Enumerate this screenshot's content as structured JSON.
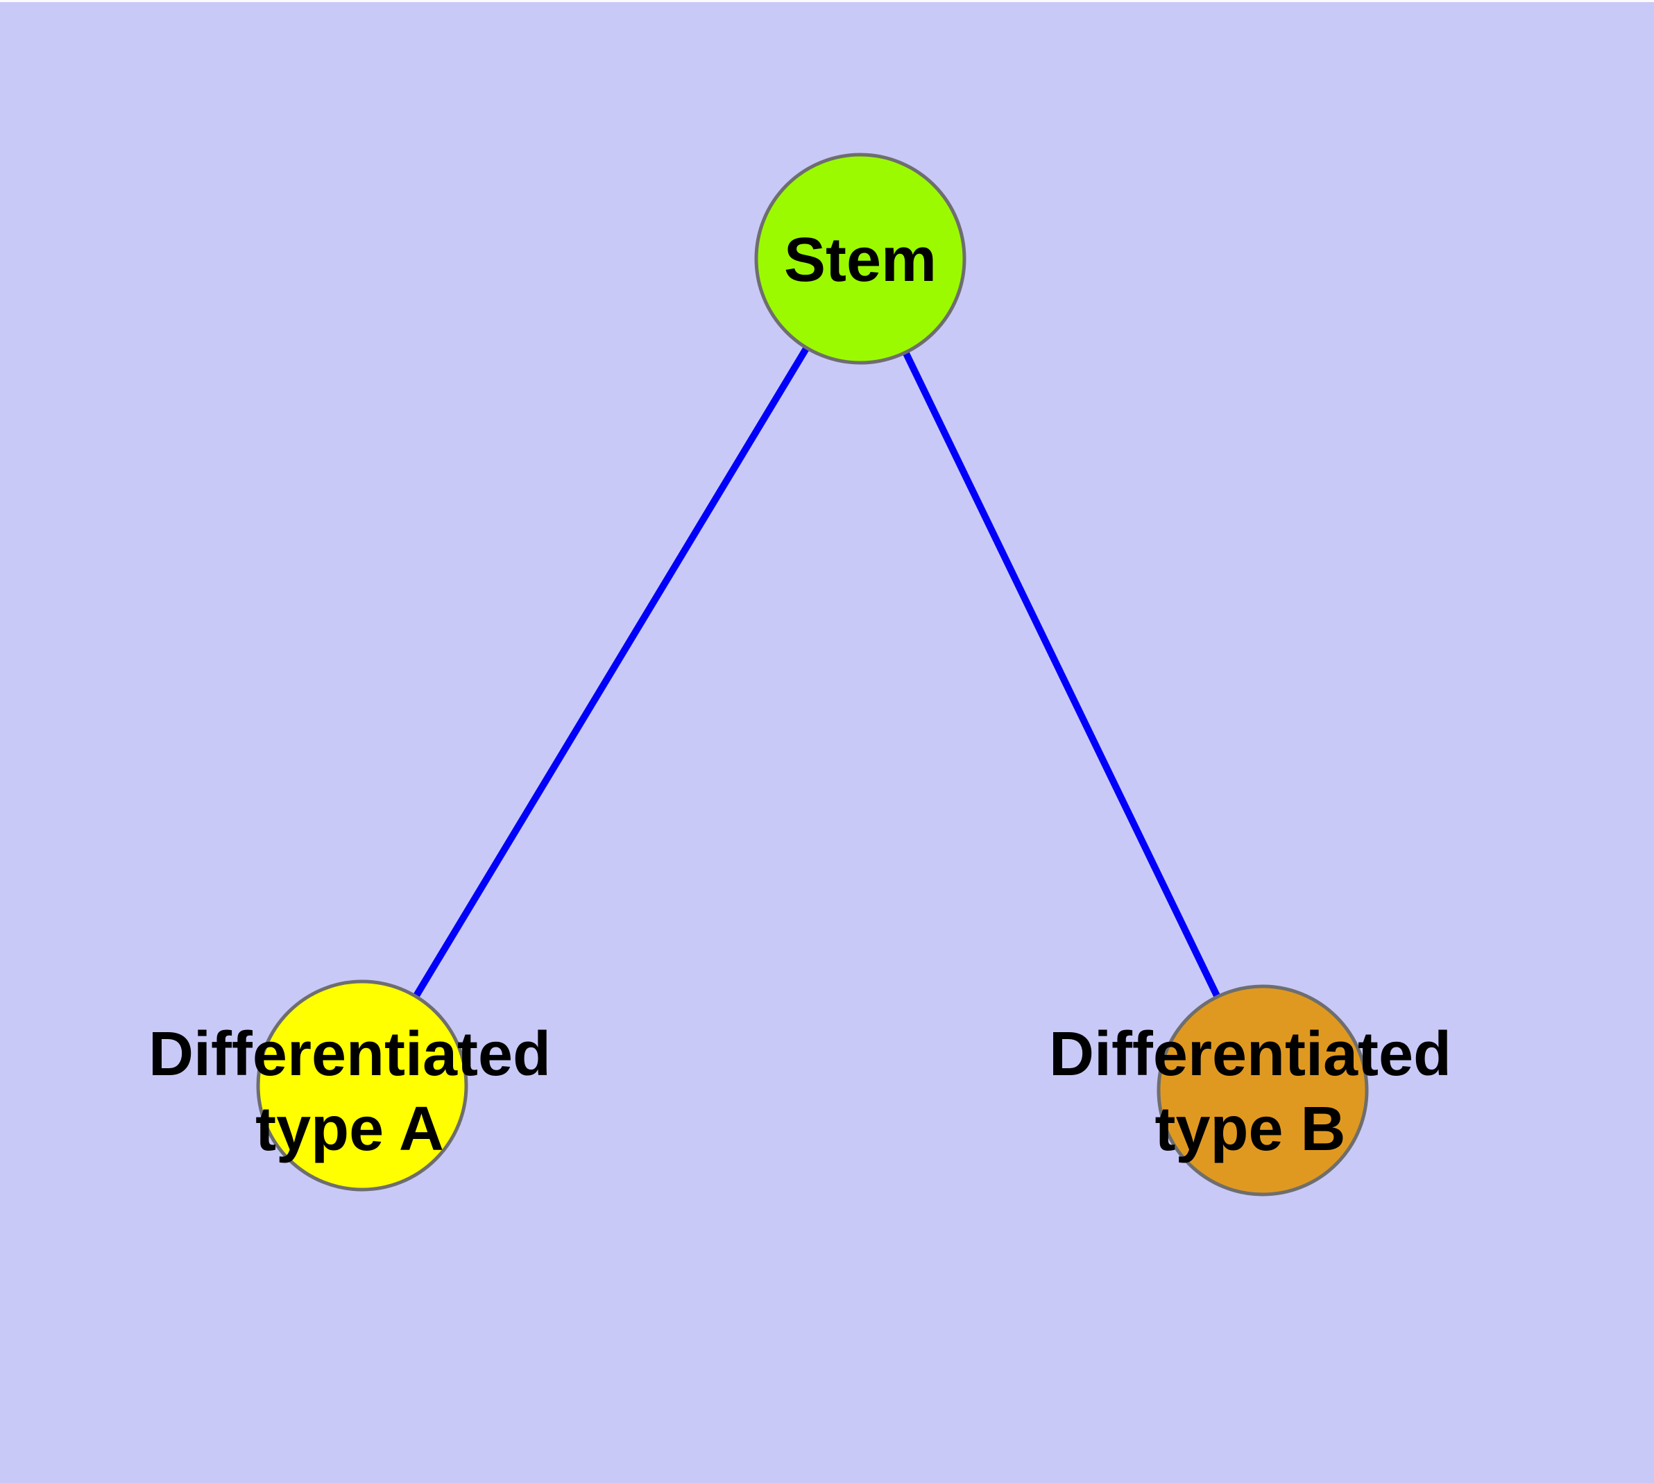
{
  "diagram": {
    "background_color": "#C9C9F8",
    "top_edge_color": "#FBFBFB",
    "edge_color": "#0000FA",
    "node_border_color": "#6E6E6E",
    "label_color": "#000000",
    "nodes": [
      {
        "id": "stem",
        "label": "Stem",
        "color": "#9BFA00"
      },
      {
        "id": "differentiated-type-a",
        "label_line1": "Differentiated",
        "label_line2": "type A",
        "color": "#FFFF00"
      },
      {
        "id": "differentiated-type-b",
        "label_line1": "Differentiated",
        "label_line2": "type B",
        "color": "#E09920"
      }
    ],
    "edges": [
      {
        "from": "Stem",
        "to": "Differentiated type A"
      },
      {
        "from": "Stem",
        "to": "Differentiated type B"
      }
    ]
  }
}
